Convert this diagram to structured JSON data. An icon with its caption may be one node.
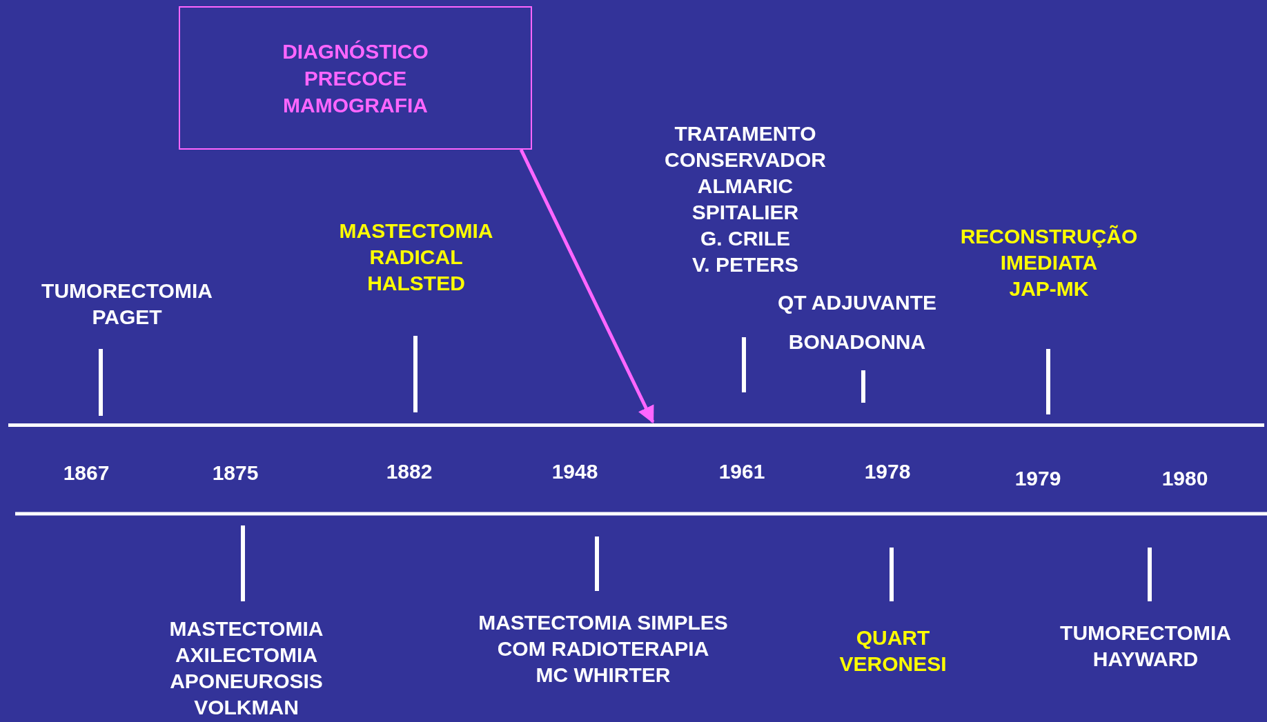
{
  "diagram": {
    "nodes": [
      {
        "text": [
          "DIAGNÓSTICO PRECOCE MAMOGRAFIA"
        ]
      },
      {
        "text": [],
        "shape": "bar"
      }
    ],
    "edges": [
      {
        "from": 0,
        "to": 1,
        "arrow": "to"
      }
    ],
    "labels": [
      "TRATAMENTO CONSERVADOR ALMARIC SPITALIER G. CRILE V. PETERS",
      "MASTECTOMIA RADICAL HALSTED",
      "RECONSTRUÇÃO IMEDIATA JAP-MK",
      "TUMORECTOMIA PAGET",
      "QT ADJUVANTE",
      "BONADONNA",
      "1867",
      "1875",
      "1882",
      "1948",
      "1961",
      "1978",
      "1979",
      "1980",
      "MASTECTOMIA SIMPLES COM RADIOTERAPIA MC WHIRTER",
      "MASTECTOMIA AXILECTOMIA APONEUROSIS VOLKMAN",
      "QUART VERONESI",
      "TUMORECTOMIA HAYWARD"
    ]
  }
}
